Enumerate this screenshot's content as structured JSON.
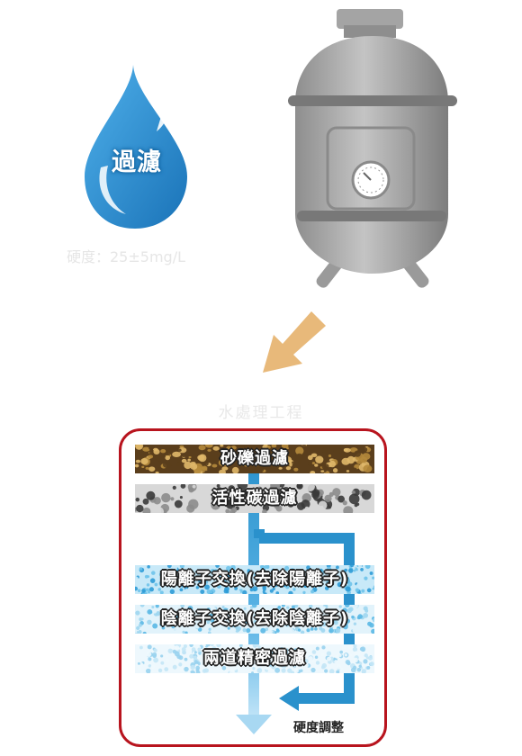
{
  "drop": {
    "label": "過濾",
    "icon": "water-drop-icon",
    "color": "#2a8fd4"
  },
  "hardness_label": "硬度：25±5mg/L",
  "tank": {
    "icon": "water-tank-icon",
    "gauge_icon": "pressure-gauge-icon",
    "color": "#a6a6a6"
  },
  "arrow": {
    "icon": "arrow-down-left-icon",
    "color": "#e8b97a"
  },
  "process": {
    "title": "水處理工程",
    "border_color": "#b8141e",
    "layers": [
      {
        "label": "砂礫過濾",
        "texture": "gravel",
        "colors": [
          "#b58a3c",
          "#5a3e1c",
          "#e0b86a"
        ]
      },
      {
        "label": "活性碳過濾",
        "texture": "activated-carbon",
        "colors": [
          "#8c8c8c",
          "#3a3a3a",
          "#d8d8d8"
        ]
      },
      {
        "label": "陽離子交換(去除陽離子)",
        "texture": "cation-resin",
        "colors": [
          "#6ec3ea",
          "#2e9bd6",
          "#c8e9f8"
        ]
      },
      {
        "label": "陰離子交換(去除陰離子)",
        "texture": "anion-resin",
        "colors": [
          "#9fd6f0",
          "#5bb8e4",
          "#e2f3fb"
        ]
      },
      {
        "label": "兩道精密過濾",
        "texture": "precision-filter",
        "colors": [
          "#c3e6f6",
          "#98d2ee",
          "#eef8fd"
        ]
      }
    ],
    "flow_color": "#2a91cc",
    "bypass_label": "硬度調整"
  }
}
